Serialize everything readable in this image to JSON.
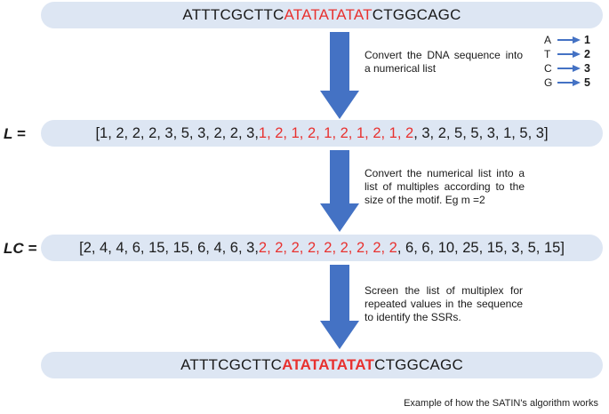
{
  "input_sequence": {
    "prefix": "ATTTCGCTTC",
    "motif": "ATATATATAT",
    "suffix": "CTGGCAGC"
  },
  "output_sequence": {
    "prefix": "ATTTCGCTTC",
    "motif": "ATATATATAT",
    "suffix": "CTGGCAGC"
  },
  "steps": [
    "Convert the DNA sequence into a numerical list",
    "Convert the numerical list into a list of multiples according to the size of the motif. Eg m =2",
    "Screen the list of multiplex for repeated values in the sequence to identify the SSRs."
  ],
  "legend": [
    {
      "letter": "A",
      "number": "1"
    },
    {
      "letter": "T",
      "number": "2"
    },
    {
      "letter": "C",
      "number": "3"
    },
    {
      "letter": "G",
      "number": "5"
    }
  ],
  "L": {
    "label": "L =",
    "open": "[",
    "before": "1, 2, 2, 2, 3, 5, 3, 2, 2, 3, ",
    "highlight": "1, 2, 1, 2, 1, 2, 1, 2, 1, 2",
    "after": ", 3, 2, 5, 5, 3, 1, 5, 3",
    "close": "]"
  },
  "LC": {
    "label": "LC =",
    "open": "[",
    "before": "2, 4, 4, 6, 15, 15, 6, 4, 6, 3, ",
    "highlight": "2, 2, 2, 2, 2, 2, 2, 2, 2",
    "after": ", 6, 6, 10, 25, 15, 3, 5, 15",
    "close": "]"
  },
  "colors": {
    "pill": "#dde6f3",
    "arrow": "#4472c4",
    "highlight": "#e8312f"
  },
  "caption": "Example of how the SATIN's algorithm works"
}
